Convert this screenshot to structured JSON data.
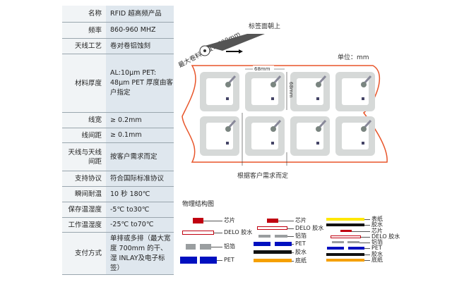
{
  "spec_table": [
    {
      "label": "名称",
      "value": "RFID 超高频产品"
    },
    {
      "label": "频率",
      "value": "860-960 MHZ"
    },
    {
      "label": "天线工艺",
      "value": "卷对卷铝蚀刻"
    },
    {
      "label": "材料厚度",
      "value": "AL:10μm PET: 48μm PET 厚度由客户指定"
    },
    {
      "label": "线宽",
      "value": "≥ 0.2mm"
    },
    {
      "label": "线间距",
      "value": "≥ 0.1mm"
    },
    {
      "label": "天线与天线间距",
      "value": "按客户需求而定"
    },
    {
      "label": "支持协议",
      "value": "符合国际标准协议"
    },
    {
      "label": "瞬间耐温",
      "value": "10 秒 180℃"
    },
    {
      "label": "保存温湿度",
      "value": "-5℃ to30℃"
    },
    {
      "label": "工作温湿度",
      "value": "-25℃ to70℃"
    },
    {
      "label": "支付方式",
      "value": "单排或多排（最大宽度 700mm 的干、湿 INLAY及电子标签）"
    }
  ],
  "diagram": {
    "max_width": "最大卷料宽度：700mm",
    "face_up": "标签面朝上",
    "unit": "单位：mm",
    "width_dim": "68mm",
    "height_dim": "68mm",
    "spacing_note": "根据客户需求而定"
  },
  "structure": {
    "title": "物理结构图",
    "col1": [
      "芯片",
      "DELO 胶水",
      "铝箔",
      "PET"
    ],
    "col2": [
      "芯片",
      "DELO 胶水",
      "铝箔",
      "PET",
      "胶水",
      "底纸"
    ],
    "col3": [
      "表纸",
      "胶水",
      "芯片",
      "DELO 胶水",
      "铝箔",
      "PET",
      "胶水",
      "底纸"
    ]
  },
  "colors": {
    "chip": "#c00010",
    "pet": "#0010c0",
    "foil": "#9a9ea0",
    "glue": "#111111",
    "liner": "#f5a000",
    "face": "#ffe800",
    "tape": "#e8552a"
  }
}
